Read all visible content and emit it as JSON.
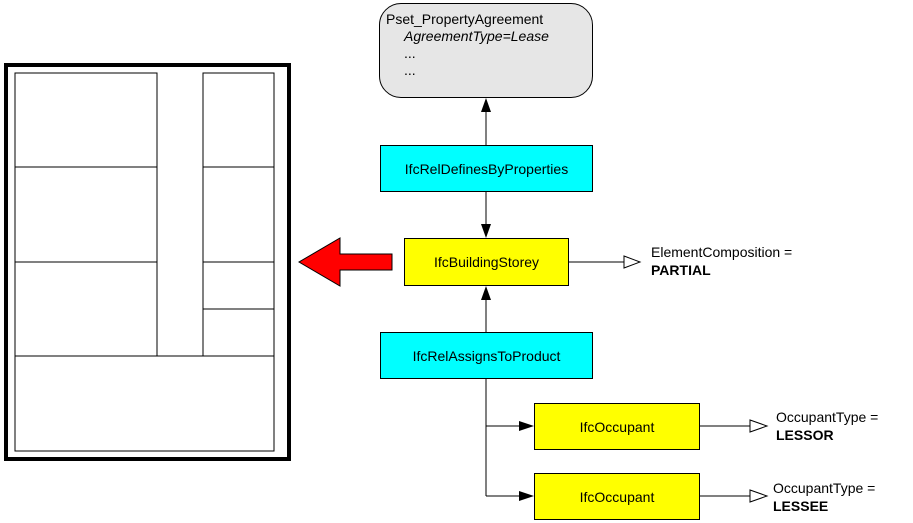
{
  "pset": {
    "title": "Pset_PropertyAgreement",
    "line1": "AgreementType=Lease",
    "line2": "...",
    "line3": "..."
  },
  "boxes": {
    "rel_defines": "IfcRelDefinesByProperties",
    "storey": "IfcBuildingStorey",
    "rel_assigns": "IfcRelAssignsToProduct",
    "occupant1": "IfcOccupant",
    "occupant2": "IfcOccupant"
  },
  "annotations": {
    "storey_attr": "ElementComposition =",
    "storey_value": "PARTIAL",
    "occ1_attr": "OccupantType =",
    "occ1_value": "LESSOR",
    "occ2_attr": "OccupantType =",
    "occ2_value": "LESSEE"
  },
  "colors": {
    "relationship_fill": "#00ffff",
    "entity_fill": "#ffff00",
    "pset_fill": "#e6e6e6",
    "pointer_arrow": "#ff0000"
  }
}
